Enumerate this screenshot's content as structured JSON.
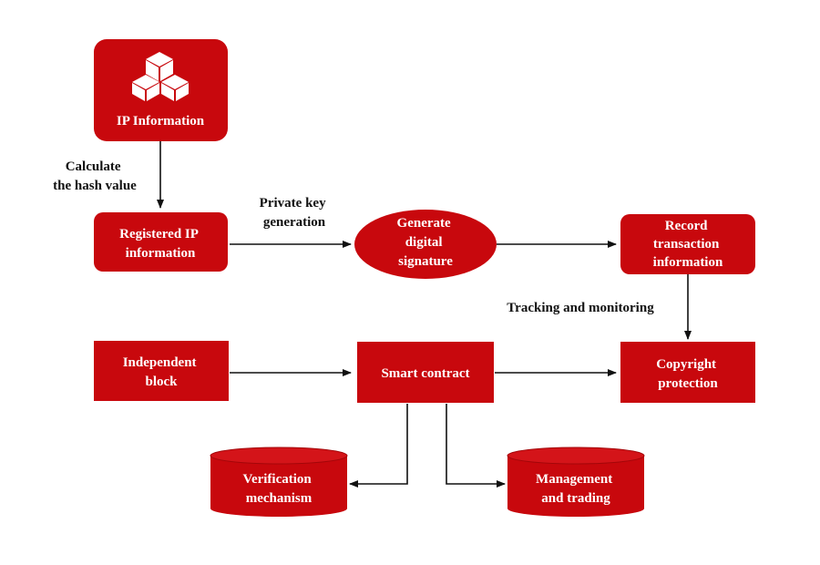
{
  "colors": {
    "node_fill": "#c8080d",
    "node_shade": "#a30609",
    "text_on_node": "#ffffff",
    "edge": "#111111"
  },
  "nodes": {
    "ip_information": {
      "lines": [
        "IP Information"
      ],
      "icon": "cubes-icon"
    },
    "registered_ip": {
      "lines": [
        "Registered IP",
        "information"
      ]
    },
    "generate_signature": {
      "lines": [
        "Generate",
        "digital",
        "signature"
      ]
    },
    "record_transaction": {
      "lines": [
        "Record",
        "transaction",
        "information"
      ]
    },
    "independent_block": {
      "lines": [
        "Independent",
        "block"
      ]
    },
    "smart_contract": {
      "lines": [
        "Smart contract"
      ]
    },
    "copyright_protection": {
      "lines": [
        "Copyright",
        "protection"
      ]
    },
    "verification_mechanism": {
      "lines": [
        "Verification",
        "mechanism"
      ]
    },
    "management_trading": {
      "lines": [
        "Management",
        "and trading"
      ]
    }
  },
  "edge_labels": {
    "hash": [
      "Calculate",
      "the hash value"
    ],
    "private_key": [
      "Private key",
      "generation"
    ],
    "tracking": [
      "Tracking and monitoring"
    ]
  }
}
